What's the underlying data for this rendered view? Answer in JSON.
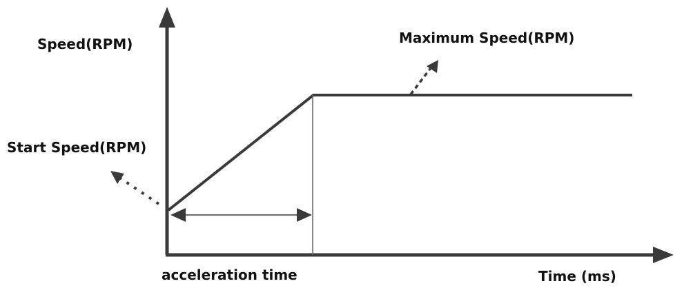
{
  "diagram": {
    "y_axis_label": "Speed(RPM)",
    "x_axis_label": "Time (ms)",
    "max_speed_label": "Maximum Speed(RPM)",
    "start_speed_label": "Start Speed(RPM)",
    "accel_time_label": "acceleration time",
    "colors": {
      "line": "#3a3a3a",
      "thin": "#666666",
      "text": "#111111"
    }
  }
}
